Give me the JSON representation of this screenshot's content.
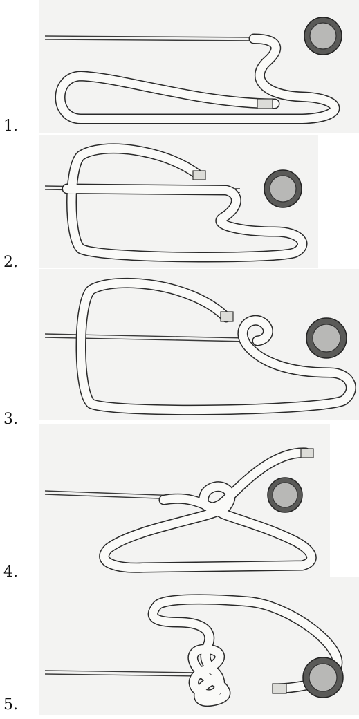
{
  "steps": [
    {
      "label": "1.",
      "icon": "rope-step-1-figure"
    },
    {
      "label": "2.",
      "icon": "rope-step-2-figure"
    },
    {
      "label": "3.",
      "icon": "rope-step-3-figure"
    },
    {
      "label": "4.",
      "icon": "rope-step-4-figure"
    },
    {
      "label": "5.",
      "icon": "rope-step-5-figure"
    }
  ],
  "colors": {
    "paper": "#f3f3f2",
    "rope_outline": "#2a2a2a",
    "ring_outer": "#5a5a58",
    "ring_inner": "#b8b8b6"
  }
}
